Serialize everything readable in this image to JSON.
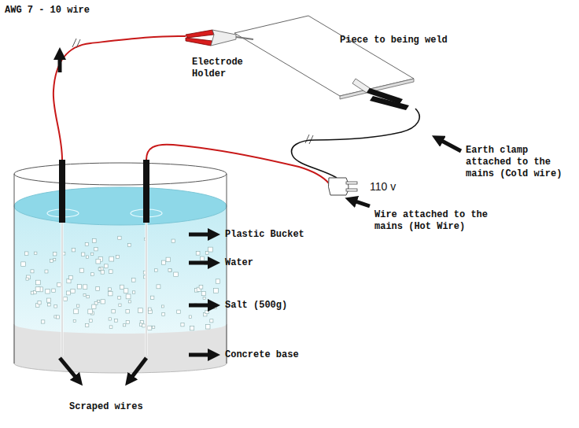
{
  "diagram": {
    "labels": [
      "AWG 7 - 10 wire",
      "Electrode Holder",
      "Piece to being weld",
      "Earth clamp attached to the mains (Cold wire)",
      "110 v",
      "Wire attached to the mains (Hot Wire)",
      "Plastic Bucket",
      "Water",
      "Salt (500g)",
      "Concrete base",
      "Scraped wires"
    ]
  }
}
